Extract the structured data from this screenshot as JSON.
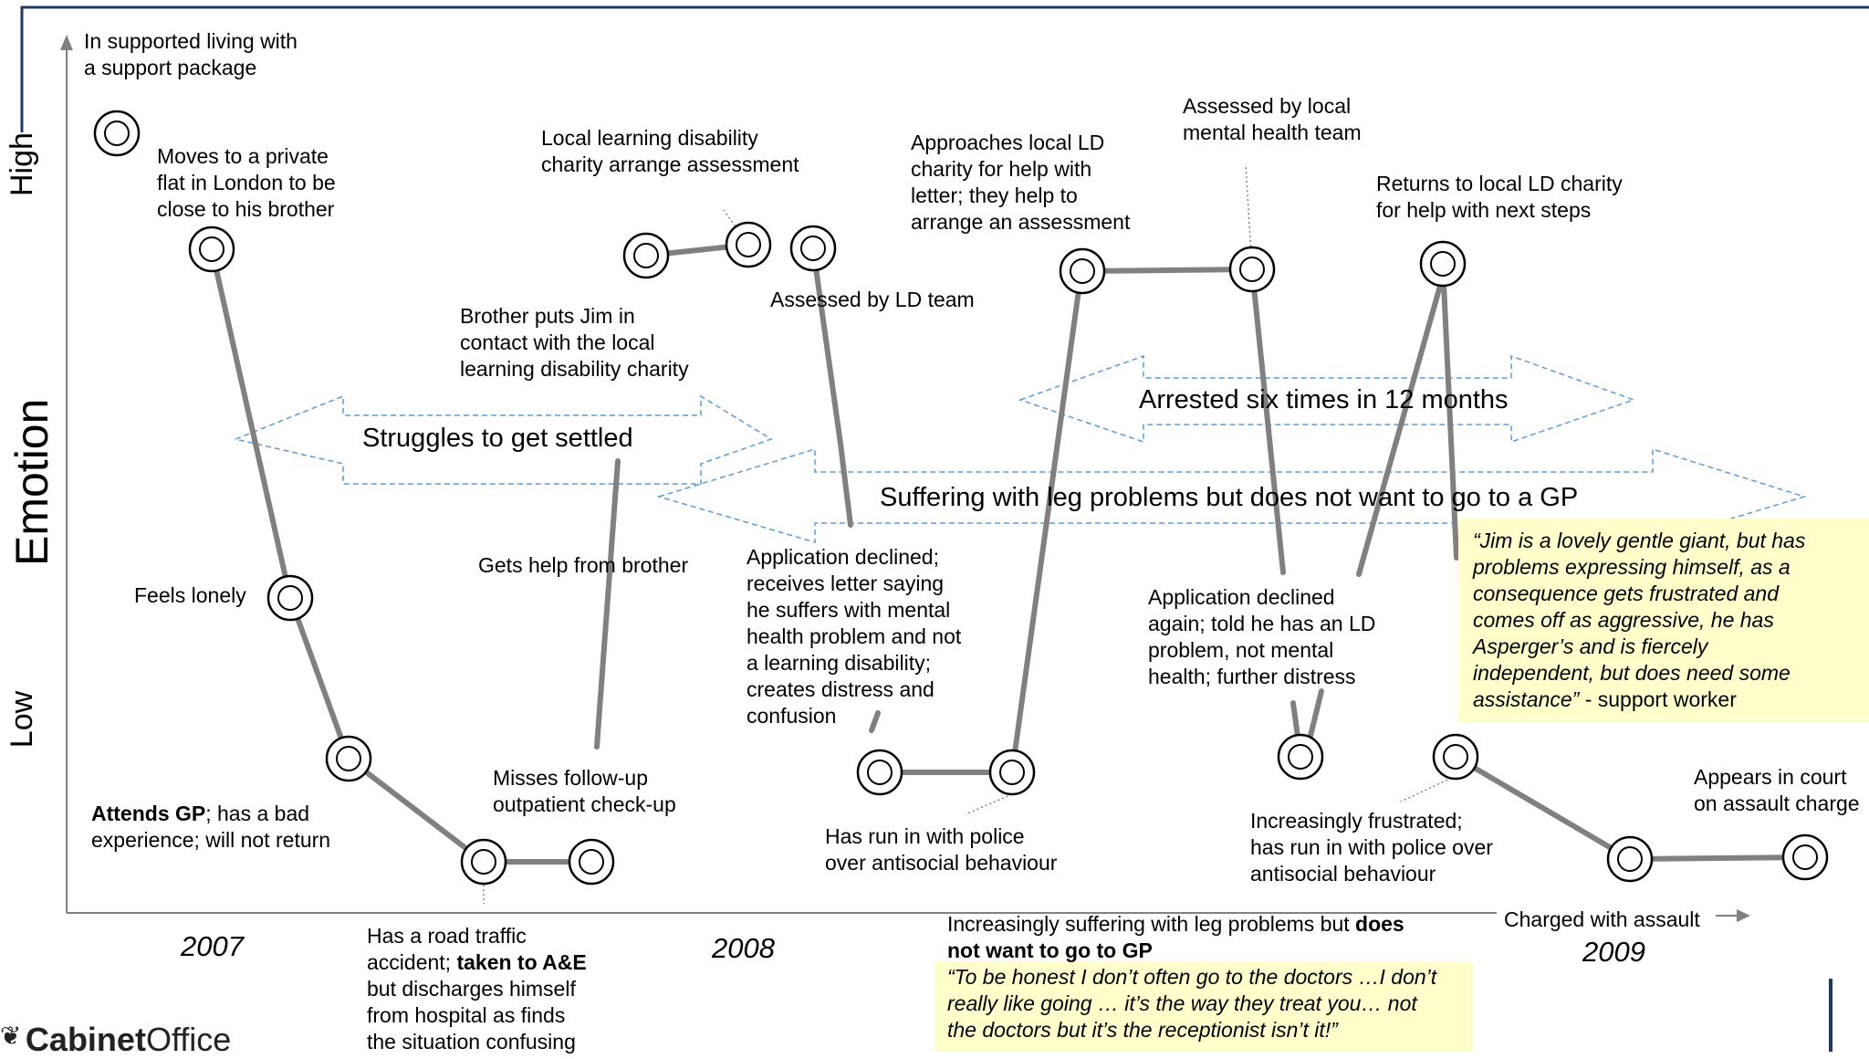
{
  "axis": {
    "y_title": "Emotion",
    "y_high": "High",
    "y_low": "Low",
    "y_top_label_1": "In supported living with",
    "y_top_label_2": "a support package",
    "years": [
      "2007",
      "2008",
      "2009"
    ]
  },
  "bands": {
    "b1": "Struggles  to get settled",
    "b2": "Arrested six times in 12 months",
    "b3": "Suffering with leg problems but does not want to go to a GP"
  },
  "events": {
    "e1": [
      "Moves to a private",
      "flat in London to be",
      "close to his brother"
    ],
    "e2": "Feels lonely",
    "e3_bold": "Attends GP",
    "e3_rest": "; has a bad",
    "e3_line2": "experience; will not return",
    "e4_line1": "Has a road traffic",
    "e4_line2_pre": "accident; ",
    "e4_line2_bold": "taken to A&E",
    "e4_lines": [
      "but discharges himself",
      "from hospital as finds",
      "the situation confusing"
    ],
    "e5": [
      "Misses follow-up",
      "outpatient check-up"
    ],
    "e6": "Gets help from brother",
    "e7": [
      "Brother puts Jim in",
      "contact with the local",
      "learning disability charity"
    ],
    "e8": [
      "Local learning disability",
      "charity arrange assessment"
    ],
    "e9": "Assessed by LD team",
    "e10": [
      "Application declined;",
      "receives letter saying",
      "he suffers with mental",
      "health problem and not",
      "a learning disability;",
      "creates distress and",
      "confusion"
    ],
    "e11": [
      "Has run in with police",
      "over antisocial behaviour"
    ],
    "e12": [
      "Approaches local LD",
      "charity for help with",
      "letter; they help to",
      "arrange an assessment"
    ],
    "e13": [
      "Assessed by local",
      "mental health team"
    ],
    "e14": [
      "Application declined",
      "again; told he has an LD",
      "problem, not mental",
      "health; further distress"
    ],
    "e15": [
      "Returns to local LD charity",
      "for help with next steps"
    ],
    "e16": [
      "Increasingly frustrated;",
      "has run in with police over",
      "antisocial behaviour"
    ],
    "e17": [
      "Appears in court",
      "on assault charge"
    ],
    "e18": "Charged with assault",
    "e19_line1_pre": "Increasingly suffering with leg problems but ",
    "e19_line1_bold": "does",
    "e19_line2_bold": "not want to go to GP"
  },
  "quotes": {
    "support_worker": [
      "“Jim is a lovely gentle giant, but has",
      "problems expressing himself, as a",
      "consequence gets frustrated and",
      "comes off as aggressive, he has",
      "Asperger’s and is fiercely",
      "independent, but does need some"
    ],
    "support_worker_last_italic": "assistance”",
    "support_worker_attrib": "  - support worker",
    "jim": [
      "“To be honest I don’t often go to the doctors …I don’t",
      "really like going … it’s the way they treat you… not",
      "the doctors but it’s the receptionist isn’t it!”"
    ]
  },
  "logo": {
    "text_bold": "Cabinet",
    "text_light": "Office"
  },
  "colors": {
    "frame": "#1f3864",
    "line": "#808080",
    "band": "#5b9bd5",
    "quote_bg": "#ffffcc"
  }
}
